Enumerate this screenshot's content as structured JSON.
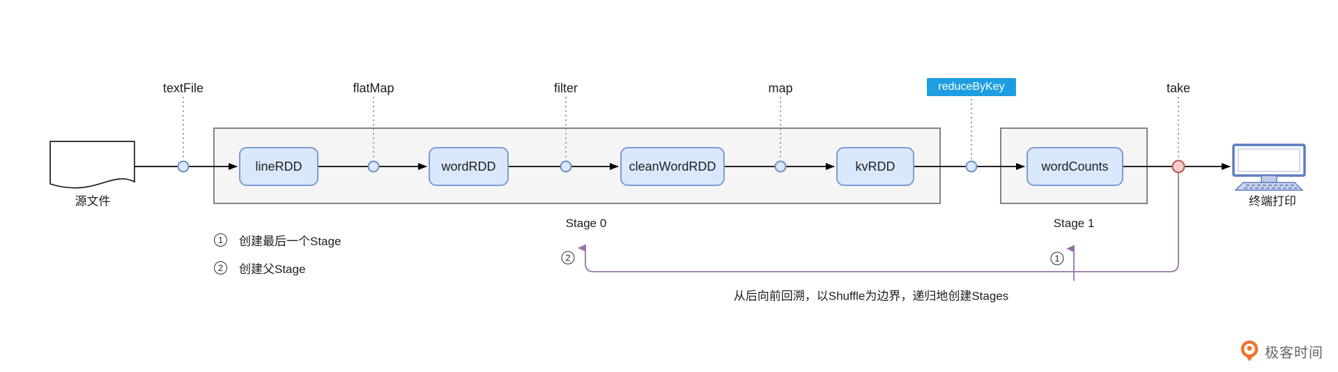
{
  "flow": {
    "source": {
      "label": "源文件"
    },
    "sink": {
      "label": "终端打印"
    },
    "operators": [
      {
        "label": "textFile",
        "highlighted": false
      },
      {
        "label": "flatMap",
        "highlighted": false
      },
      {
        "label": "filter",
        "highlighted": false
      },
      {
        "label": "map",
        "highlighted": false
      },
      {
        "label": "reduceByKey",
        "highlighted": true
      },
      {
        "label": "take",
        "highlighted": false
      }
    ],
    "rdds": [
      {
        "label": "lineRDD"
      },
      {
        "label": "wordRDD"
      },
      {
        "label": "cleanWordRDD"
      },
      {
        "label": "kvRDD"
      },
      {
        "label": "wordCounts"
      }
    ],
    "stages": [
      {
        "label": "Stage 0"
      },
      {
        "label": "Stage 1"
      }
    ]
  },
  "legend": {
    "items": [
      {
        "num": "1",
        "text": "创建最后一个Stage"
      },
      {
        "num": "2",
        "text": "创建父Stage"
      }
    ]
  },
  "callouts": {
    "badge_stage0": "2",
    "badge_stage1": "1",
    "annotation": "从后向前回溯，以Shuffle为边界，递归地创建Stages"
  },
  "branding": {
    "logo_text": "极客时间"
  },
  "colors": {
    "highlight_bg": "#1e9ee0",
    "rdd_fill": "#dae8fc",
    "rdd_stroke": "#7b9bd2",
    "stage_fill": "#f5f5f5",
    "stage_stroke": "#828282",
    "connector_fill": "#dae8fc",
    "connector_stroke": "#6c8ebf",
    "action_connector_fill": "#f8cecc",
    "action_connector_stroke": "#b85450",
    "trace_line": "#9673a6",
    "brand_orange": "#f3722c"
  }
}
